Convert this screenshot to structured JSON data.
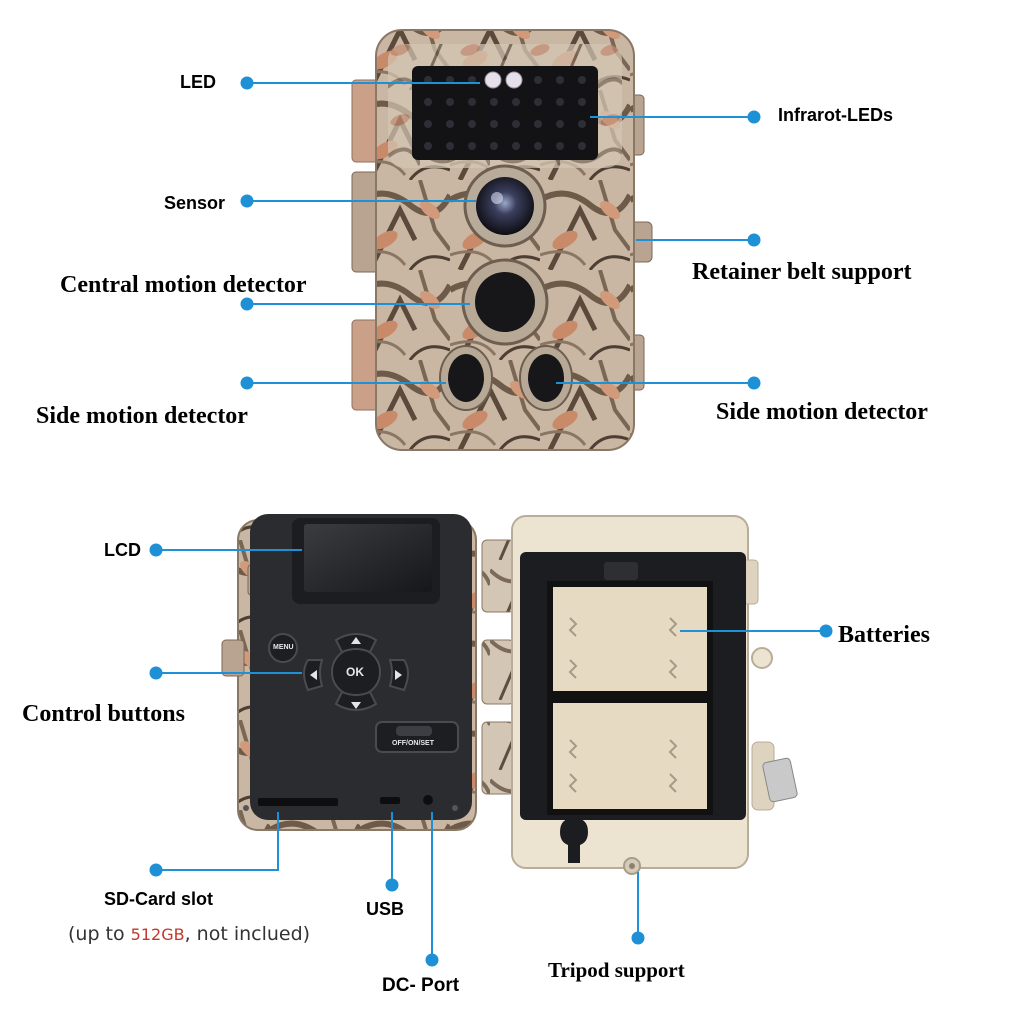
{
  "labels": {
    "led": "LED",
    "infrared_leds": "Infrarot-LEDs",
    "sensor": "Sensor",
    "retainer_belt": "Retainer belt support",
    "central_motion": "Central motion detector",
    "side_motion_left": "Side  motion detector",
    "side_motion_right": "Side  motion detector",
    "lcd": "LCD",
    "batteries": "Batteries",
    "control_buttons": "Control buttons",
    "sd_card": "SD-Card slot",
    "sd_note_prefix": "(up to ",
    "sd_note_highlight": "512GB",
    "sd_note_suffix": ", not inclued)",
    "usb": "USB",
    "dc_port": "DC- Port",
    "tripod": "Tripod support"
  },
  "buttons": {
    "menu": "MENU",
    "ok": "OK",
    "switch": "OFF/ON/SET"
  },
  "colors": {
    "callout": "#1e90d6",
    "camo_base": "#cbb8a4",
    "camera_body": "#2a2b2d",
    "housing": "#ece3d0",
    "highlight": "#c0392b"
  }
}
